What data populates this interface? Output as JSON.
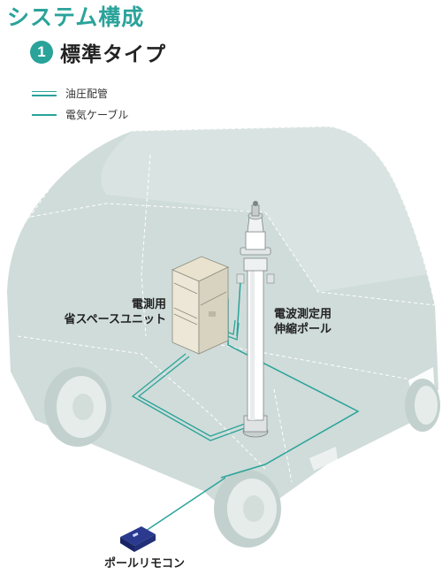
{
  "header": {
    "title": "システム構成",
    "badge_number": "1",
    "subtitle": "標準タイプ"
  },
  "legend": [
    {
      "label": "油圧配管",
      "style": "double"
    },
    {
      "label": "電気ケーブル",
      "style": "single"
    }
  ],
  "callouts": {
    "unit_line1": "電測用",
    "unit_line2": "省スペースユニット",
    "pole_line1": "電波測定用",
    "pole_line2": "伸縮ポール",
    "remote": "ポールリモコン"
  },
  "colors": {
    "accent": "#2aa39a",
    "vehicle": "#cfdcd9",
    "vehicle_light": "#dde7e5",
    "wheel": "#e6ecea"
  }
}
